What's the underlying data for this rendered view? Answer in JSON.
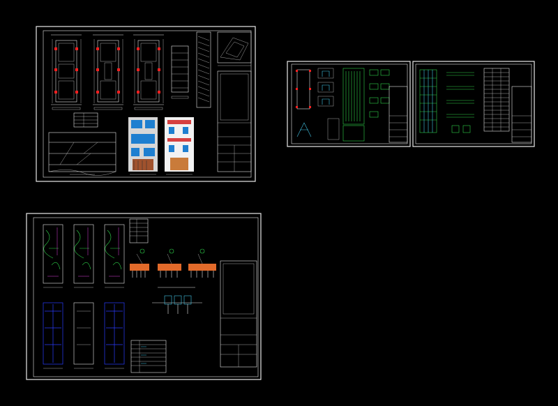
{
  "sheets": [
    {
      "id": "architecture",
      "contents": [
        "floor-plans",
        "section",
        "facade-color",
        "facade-elevation",
        "site-plan",
        "title-block"
      ]
    },
    {
      "id": "structures-a",
      "contents": [
        "foundation",
        "stair-detail",
        "beam-details",
        "title-block"
      ]
    },
    {
      "id": "structures-b",
      "contents": [
        "slab-plan",
        "beam-details",
        "column-schedule",
        "title-block"
      ]
    },
    {
      "id": "installations",
      "contents": [
        "sanitary-plans",
        "electrical-plans",
        "isometrics",
        "single-line-diagram",
        "legend",
        "title-block"
      ]
    }
  ],
  "colors": {
    "background": "#000000",
    "lines": "#e6e6e6",
    "markers": "#ff2020",
    "facade_blue": "#1e7fd0",
    "sanitary": "#2fd34a",
    "electrical": "#2a3cff",
    "isometric": "#e26a2a"
  }
}
